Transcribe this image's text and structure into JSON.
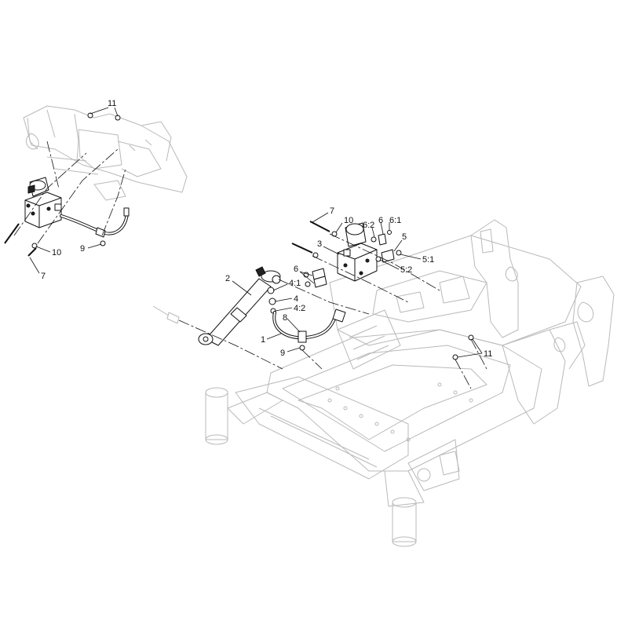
{
  "callouts": [
    {
      "id": "c11-left",
      "text": "11"
    },
    {
      "id": "c10-left",
      "text": "10"
    },
    {
      "id": "c9-left",
      "text": "9"
    },
    {
      "id": "c7-left",
      "text": "7"
    },
    {
      "id": "c7-top",
      "text": "7"
    },
    {
      "id": "c10-top",
      "text": "10"
    },
    {
      "id": "c6",
      "text": "6"
    },
    {
      "id": "c6-1",
      "text": "6:1"
    },
    {
      "id": "c6-2",
      "text": "6:2"
    },
    {
      "id": "c5",
      "text": "5"
    },
    {
      "id": "c5-1",
      "text": "5:1"
    },
    {
      "id": "c5-2",
      "text": "5:2"
    },
    {
      "id": "c3",
      "text": "3"
    },
    {
      "id": "c6-mid",
      "text": "6"
    },
    {
      "id": "c2",
      "text": "2"
    },
    {
      "id": "c4-1",
      "text": "4:1"
    },
    {
      "id": "c4",
      "text": "4"
    },
    {
      "id": "c4-2",
      "text": "4:2"
    },
    {
      "id": "c8",
      "text": "8"
    },
    {
      "id": "c1",
      "text": "1"
    },
    {
      "id": "c9",
      "text": "9"
    },
    {
      "id": "c11-right",
      "text": "11"
    }
  ]
}
